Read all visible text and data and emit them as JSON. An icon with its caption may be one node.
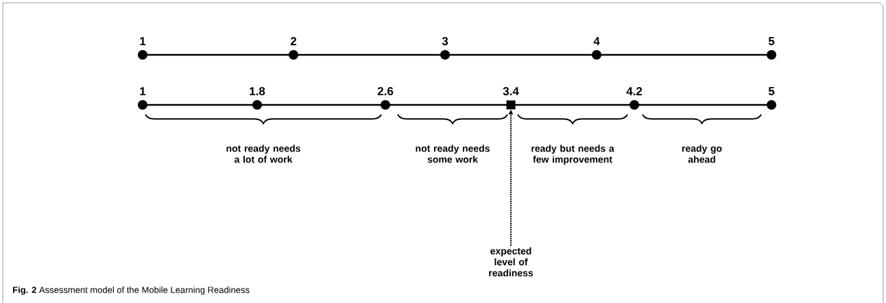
{
  "diagram": {
    "caption": "**Fig. 2** Assessment model of the Mobile Learning Readiness",
    "nodes": [
      {
        "text": [
          "expected level of readiness"
        ]
      },
      {
        "text": [],
        "shape": "box"
      }
    ],
    "edges": [
      {
        "from": 0,
        "to": 1,
        "arrow": "to",
        "style": "dashed"
      }
    ],
    "labels": [
      "1",
      "2",
      "3",
      "4",
      "5",
      "1",
      "1.8",
      "2.6",
      "3.4",
      "4.2",
      "5",
      "not ready needs a lot of work",
      "not ready needs some work",
      "ready but needs a few improvement",
      "ready go ahead"
    ]
  }
}
